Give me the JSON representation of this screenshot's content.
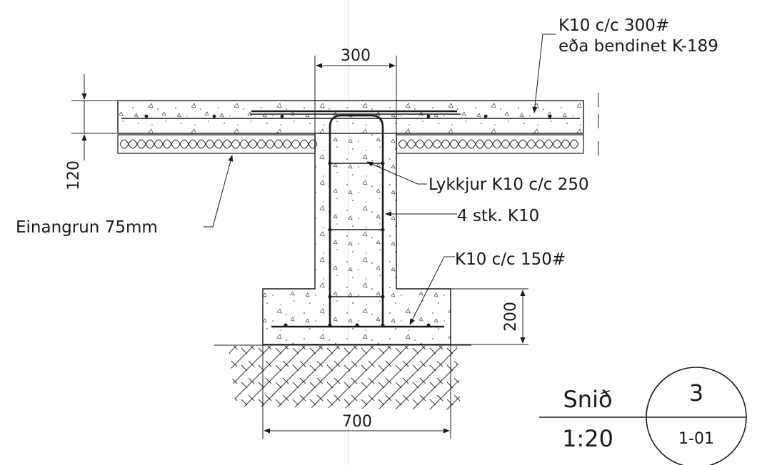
{
  "labels": {
    "top_rebar_line1": "K10 c/c 300#",
    "top_rebar_line2": "eða bendinet K-189",
    "loops": "Lykkjur K10 c/c 250",
    "bars": "4 stk. K10",
    "footing_rebar": "K10 c/c 150#",
    "insulation": "Einangrun 75mm"
  },
  "dimensions": {
    "wall_width": "300",
    "slab_thickness": "120",
    "footing_height": "200",
    "footing_width": "700"
  },
  "title_block": {
    "section_label": "Snið",
    "scale": "1:20",
    "section_number": "3",
    "sheet_ref": "1-01"
  }
}
